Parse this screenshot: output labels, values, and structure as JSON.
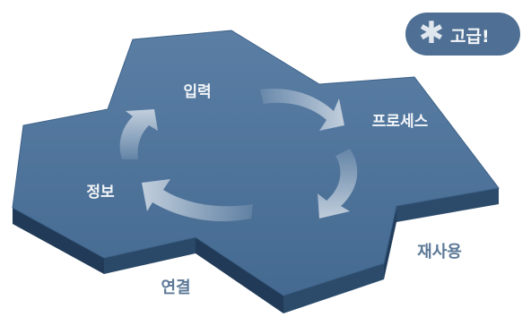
{
  "badge": {
    "icon": "asterisk-icon",
    "label": "고급!"
  },
  "labels": {
    "top": "입력",
    "right": "프로세스",
    "left": "정보",
    "bottom_right": "재사용",
    "bottom_left": "연결"
  },
  "colors": {
    "top_face": "#4c6f95",
    "side_dark": "#203a57",
    "side_mid": "#2c4b6b",
    "arrow": "#c9d4df",
    "outer_label": "#5b7896",
    "badge": "#4f7094"
  }
}
